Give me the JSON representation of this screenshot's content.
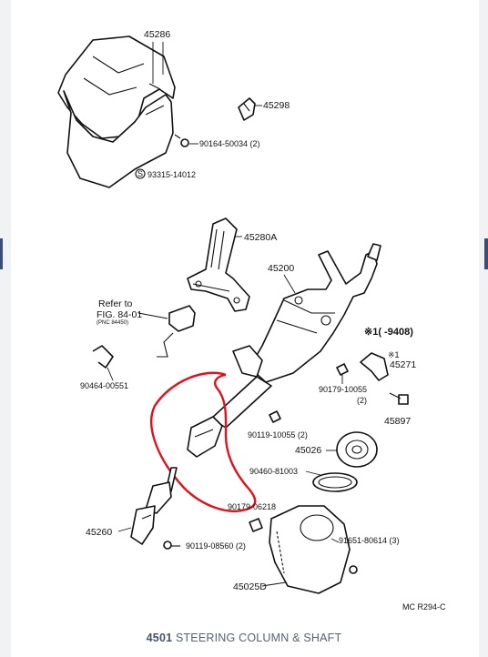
{
  "caption": {
    "number": "4501",
    "title": "STEERING COLUMN & SHAFT"
  },
  "diagram": {
    "labels": {
      "p45286": "45286",
      "p45298": "45298",
      "p90164": "90164-50034 (2)",
      "p93315": "93315-14012",
      "p93315_mark": "S",
      "p45280a": "45280A",
      "p45200": "45200",
      "refer_line1": "Refer to",
      "refer_line2": "FIG. 84-01",
      "refer_line3": "(PNC 84450)",
      "range": "※1(     -9408)",
      "p45271_mark": "※1",
      "p45271": "45271",
      "p90464": "90464-00551",
      "p90179a": "90179-10055",
      "p90179a_qty": "(2)",
      "p45897": "45897",
      "p90119a": "90119-10055 (2)",
      "p45026": "45026",
      "p90460": "90460-81003",
      "p90179b": "90179-06218",
      "p45260": "45260",
      "p90119b": "90119-08560 (2)",
      "p91651": "91651-80614 (3)",
      "p45025d": "45025D",
      "ref_code": "MC R294-C"
    },
    "annotation_color": "#e0101c",
    "line_color": "#111111"
  }
}
